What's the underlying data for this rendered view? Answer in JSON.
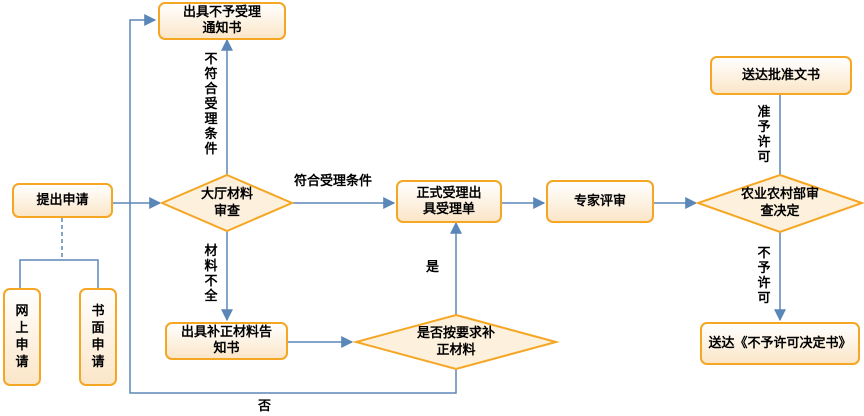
{
  "nodes": {
    "submit": "提出申请",
    "online": "网上申请",
    "paper": "书面申请",
    "hall_review": "大厅材料审查",
    "reject_notice": "出具不予受理通知书",
    "formal_accept": "正式受理出具受理单",
    "expert_review": "专家评审",
    "ministry_decision": "农业农村部审查决定",
    "deliver_approval": "送达批准文书",
    "deliver_denial": "送达《不予许可决定书》",
    "supplement_notice": "出具补正材料告知书",
    "supplement_check": "是否按要求补正材料"
  },
  "labels": {
    "not_eligible": "不符合受理条件",
    "eligible": "符合受理条件",
    "incomplete": "材料不全",
    "yes": "是",
    "no": "否",
    "approve": "准予许可",
    "deny": "不予许可"
  },
  "colors": {
    "box_border": "#F5A623",
    "box_fill_bottom": "#FBE6C8",
    "arrow": "#5B86B8"
  }
}
